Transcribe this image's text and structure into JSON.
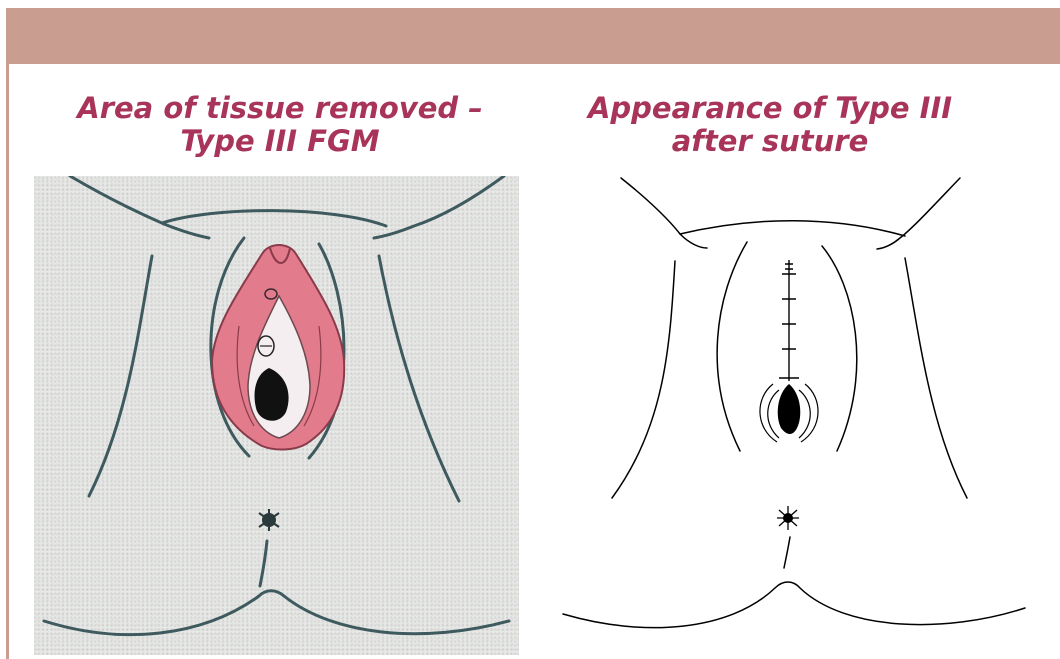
{
  "panels": [
    {
      "caption_line1": "Area of tissue removed –",
      "caption_line2": "Type III FGM"
    },
    {
      "caption_line1": "Appearance of Type III",
      "caption_line2": "after suture"
    }
  ],
  "colors": {
    "header_band": "#c99d8f",
    "caption_text": "#a8345a",
    "excised_tissue": "#e27c8d",
    "outline_left": "#3e5a5e",
    "outline_right": "#000000"
  }
}
